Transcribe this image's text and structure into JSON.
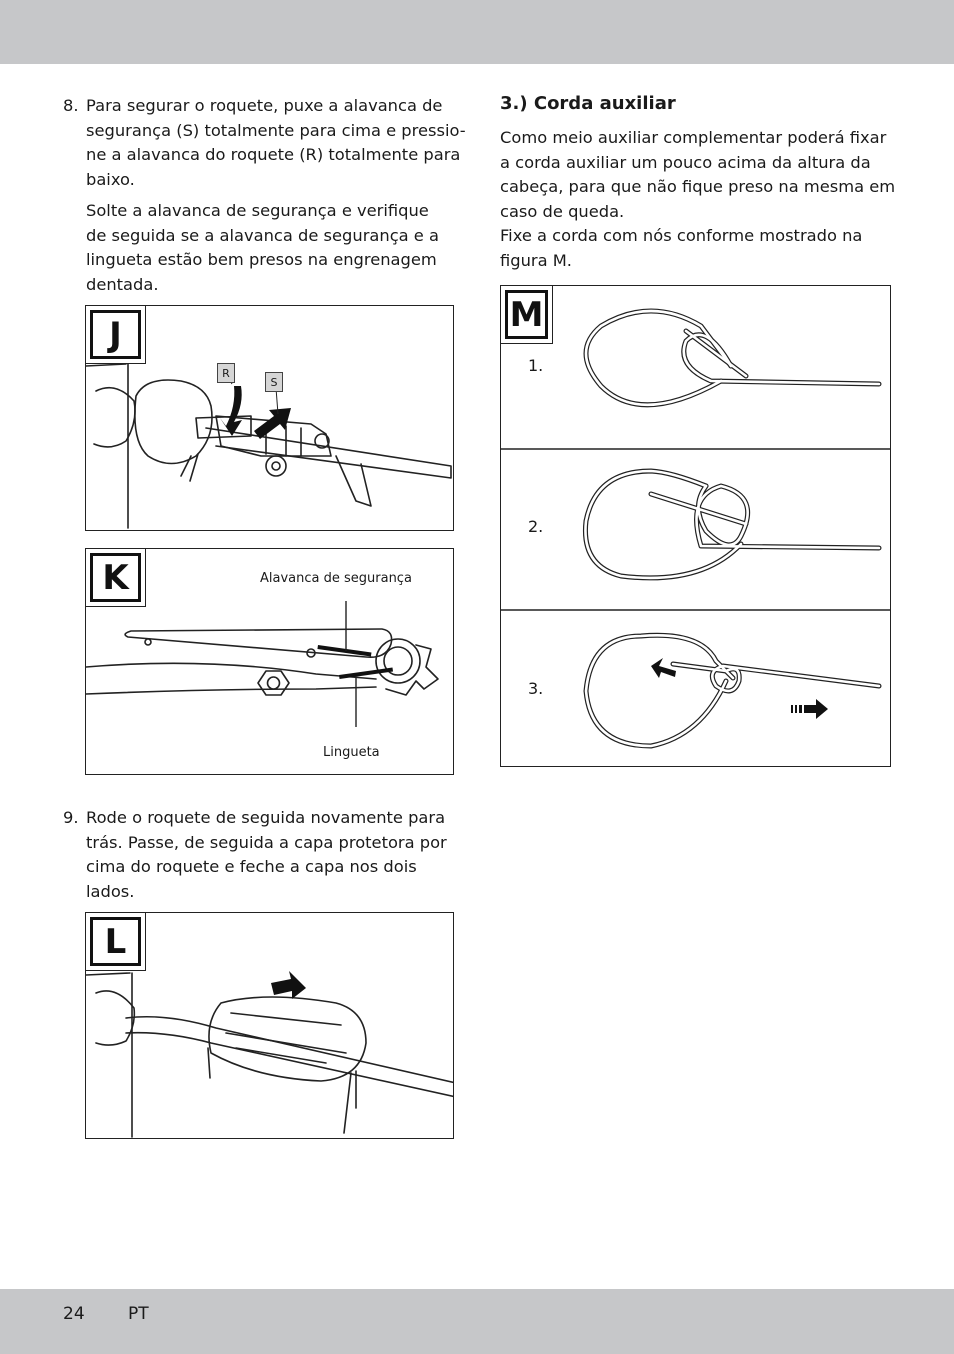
{
  "header": {},
  "footer": {
    "page_number": "24",
    "language": "PT"
  },
  "left": {
    "step8": {
      "number": "8.",
      "lines": [
        "Para segurar o roquete, puxe a alavanca de",
        "segurança (S) totalmente para cima e pressio-",
        "ne a alavanca do roquete (R) totalmente para",
        "baixo."
      ],
      "lines2": [
        "Solte a alavanca de segurança e verifique",
        "de seguida se a alavanca de segurança e a",
        "lingueta estão bem presos na engrenagem",
        "dentada."
      ]
    },
    "figJ": {
      "tag": "J",
      "label_r": "R",
      "label_s": "S"
    },
    "figK": {
      "tag": "K",
      "label_top": "Alavanca de segurança",
      "label_bottom": "Lingueta"
    },
    "step9": {
      "number": "9.",
      "lines": [
        "Rode o roquete de seguida novamente para",
        "trás. Passe, de seguida a capa protetora por",
        "cima do roquete e feche a capa nos dois",
        "lados."
      ]
    },
    "figL": {
      "tag": "L"
    }
  },
  "right": {
    "heading": "3.) Corda auxiliar",
    "lines": [
      "Como meio auxiliar complementar poderá fixar",
      "a corda auxiliar um pouco acima da altura da",
      "cabeça, para que não fique preso na mesma em",
      "caso de queda.",
      "Fixe a corda com nós conforme mostrado na",
      "figura M."
    ],
    "figM": {
      "tag": "M",
      "steps": [
        "1.",
        "2.",
        "3."
      ]
    }
  }
}
